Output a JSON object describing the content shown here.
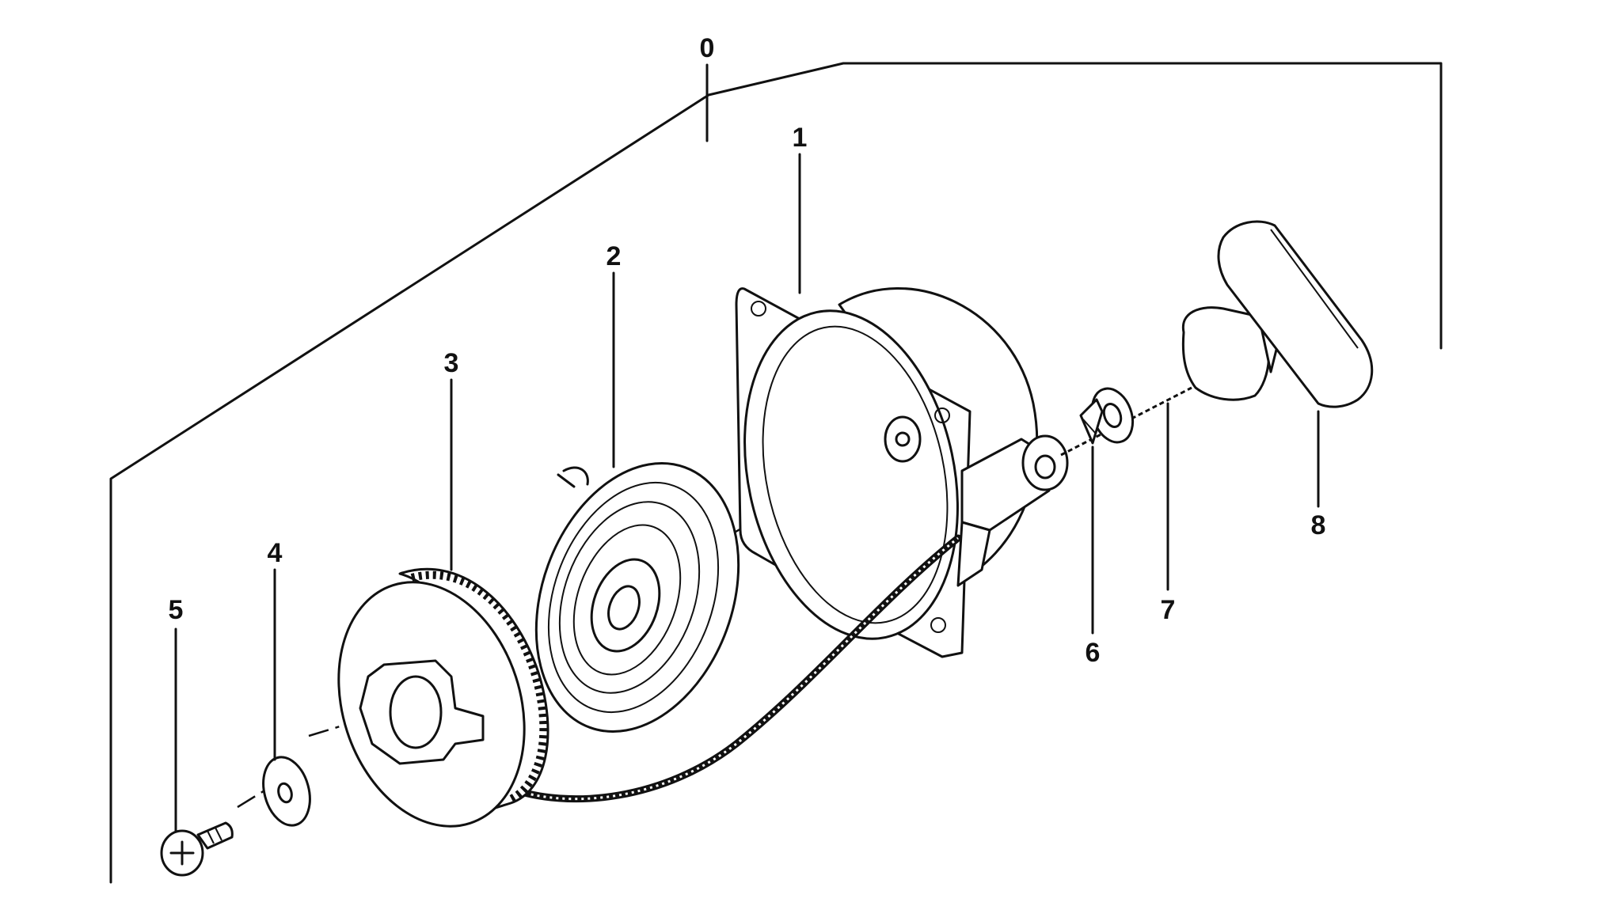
{
  "diagram": {
    "type": "exploded-parts-view",
    "ink_color": "#111111",
    "background": "#ffffff",
    "callouts": [
      {
        "id": "0",
        "label": "0"
      },
      {
        "id": "1",
        "label": "1"
      },
      {
        "id": "2",
        "label": "2"
      },
      {
        "id": "3",
        "label": "3"
      },
      {
        "id": "4",
        "label": "4"
      },
      {
        "id": "5",
        "label": "5"
      },
      {
        "id": "6",
        "label": "6"
      },
      {
        "id": "7",
        "label": "7"
      },
      {
        "id": "8",
        "label": "8"
      }
    ]
  }
}
